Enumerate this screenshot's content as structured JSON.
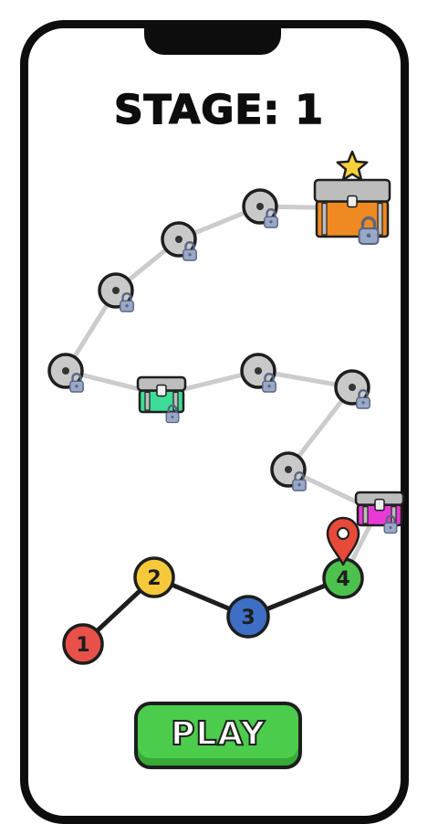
{
  "header": {
    "title": "STAGE: 1"
  },
  "play_button": {
    "label": "PLAY"
  },
  "levels": [
    {
      "label": "1",
      "color": "#e8514a"
    },
    {
      "label": "2",
      "color": "#f5c93a"
    },
    {
      "label": "3",
      "color": "#3d6fc4"
    },
    {
      "label": "4",
      "color": "#4cc24c"
    }
  ],
  "colors": {
    "locked_node": "#c9c9c9",
    "outline": "#1e1e1e",
    "path_locked": "#cccccc",
    "path_unlocked": "#1e1e1e",
    "chest_orange": "#ef8a23",
    "chest_green": "#3ddc97",
    "chest_magenta": "#e93ad6",
    "star": "#f7d23a",
    "lock": "#9aa8c8",
    "marker": "#e84a3a",
    "play_green": "#4ccc4c"
  },
  "icons": {
    "locked_node": "locked-level-node",
    "lock": "padlock-icon",
    "chest": "treasure-chest-icon",
    "star": "star-icon",
    "marker": "location-pin-icon"
  }
}
